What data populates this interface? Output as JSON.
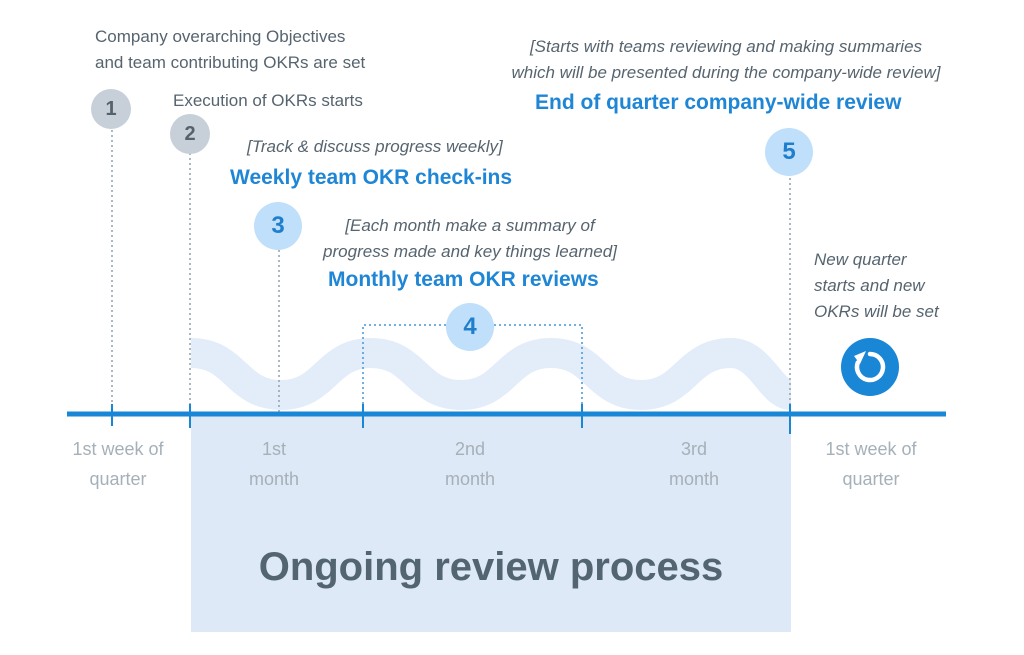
{
  "colors": {
    "axis": "#1a86d6",
    "wave": "#e2edf9",
    "band": "#dde9f6",
    "gray_badge": "#c7d0d8",
    "blue_badge": "#bfdffa",
    "accent_text": "#1f86d6",
    "refresh_circle": "#1a86d6"
  },
  "step1": {
    "number": "1",
    "line1": "Company overarching Objectives",
    "line2": "and team contributing OKRs are set"
  },
  "step2": {
    "number": "2",
    "text": "Execution of OKRs starts"
  },
  "step3": {
    "number": "3",
    "note": "[Track & discuss progress weekly]",
    "title": "Weekly team OKR check-ins"
  },
  "step4": {
    "number": "4",
    "note_line1": "[Each month make a summary of",
    "note_line2": "progress made and key things learned]",
    "title": "Monthly team OKR reviews"
  },
  "step5": {
    "number": "5",
    "note_line1": "[Starts with teams reviewing and making summaries",
    "note_line2": "which will be presented during the company-wide review]",
    "title": "End of quarter company-wide review"
  },
  "new_quarter": {
    "line1": "New quarter",
    "line2": "starts and new",
    "line3": "OKRs will be set",
    "icon": "refresh-icon"
  },
  "axis_labels": {
    "first_week_start": {
      "line1": "1st week of",
      "line2": "quarter"
    },
    "month1": {
      "line1": "1st",
      "line2": "month"
    },
    "month2": {
      "line1": "2nd",
      "line2": "month"
    },
    "month3": {
      "line1": "3rd",
      "line2": "month"
    },
    "first_week_end": {
      "line1": "1st week of",
      "line2": "quarter"
    }
  },
  "ongoing_title": "Ongoing review process"
}
